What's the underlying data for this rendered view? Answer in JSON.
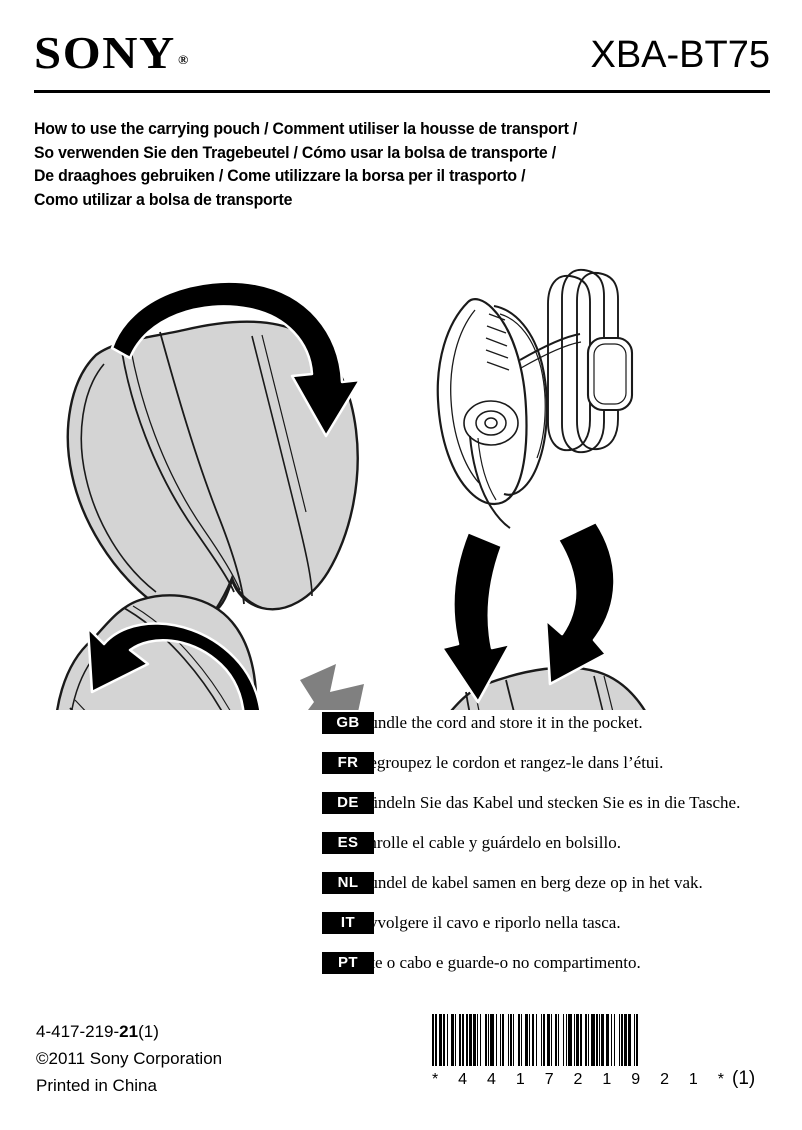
{
  "header": {
    "brand": "SONY",
    "brand_reg_symbol": "®",
    "model": "XBA-BT75"
  },
  "title": {
    "lines": [
      "How to use the carrying pouch / Comment utiliser la housse de transport /",
      "So verwenden Sie den Tragebeutel / Cómo usar la bolsa de transporte /",
      "De draaghoes gebruiken / Come utilizzare la borsa per il trasporto /",
      "Como utilizar a bolsa de transporte"
    ]
  },
  "figures": {
    "pouch_fill": "#d4d4d4",
    "pouch_stroke": "#1a1a1a",
    "arrow_black": "#000000",
    "arrow_gray": "#808080",
    "captions": {
      "top_left": "pouch-flap-fold-step",
      "bottom_left": "pouch-closed-fold-step",
      "top_right": "headset-with-bundled-cord",
      "bottom_right": "pouch-open-insert-step"
    }
  },
  "instructions": [
    {
      "code": "GB",
      "text": "Bundle the cord and store it in the pocket."
    },
    {
      "code": "FR",
      "text": "Regroupez le cordon et rangez-le dans l’étui."
    },
    {
      "code": "DE",
      "text": "Bündeln Sie das Kabel und stecken Sie es in die Tasche."
    },
    {
      "code": "ES",
      "text": "Enrolle el cable y guárdelo en bolsillo."
    },
    {
      "code": "NL",
      "text": "Bundel de kabel samen en berg deze op in het vak."
    },
    {
      "code": "IT",
      "text": "Avvolgere il cavo e riporlo nella tasca."
    },
    {
      "code": "PT",
      "text": "Ate o cabo e guarde-o no compartimento."
    }
  ],
  "footer": {
    "part_number_prefix": "4-417-219-",
    "part_number_bold": "21",
    "part_number_suffix": "(1)",
    "copyright": "©2011 Sony Corporation",
    "printed": "Printed in China",
    "barcode_digits": [
      "*",
      "4",
      "4",
      "1",
      "7",
      "2",
      "1",
      "9",
      "2",
      "1",
      "*"
    ],
    "barcode_suffix": "(1)",
    "barcode_pattern": "2,1,1,2,3,1,1,2,1,3,2,1,1,3,1,1,2,2,1,1,3,1,2,1,1,2,1,3,2,1,1,1,3,2,1,2,1,1,2,3,1,1,2,1,1,3,2,1,1,2,3,1,1,1,2,2,1,3,1,1,2,1,3,1,1,2,2,1,1,3,1,2,1,1,3,2,1,1,2,1,2,3,1,1,1,2,3,1,2,1,1,1,2,2,3,1,1,2,1,3,1,1,2,1,2,1,3,2,1,1,2,3"
  }
}
